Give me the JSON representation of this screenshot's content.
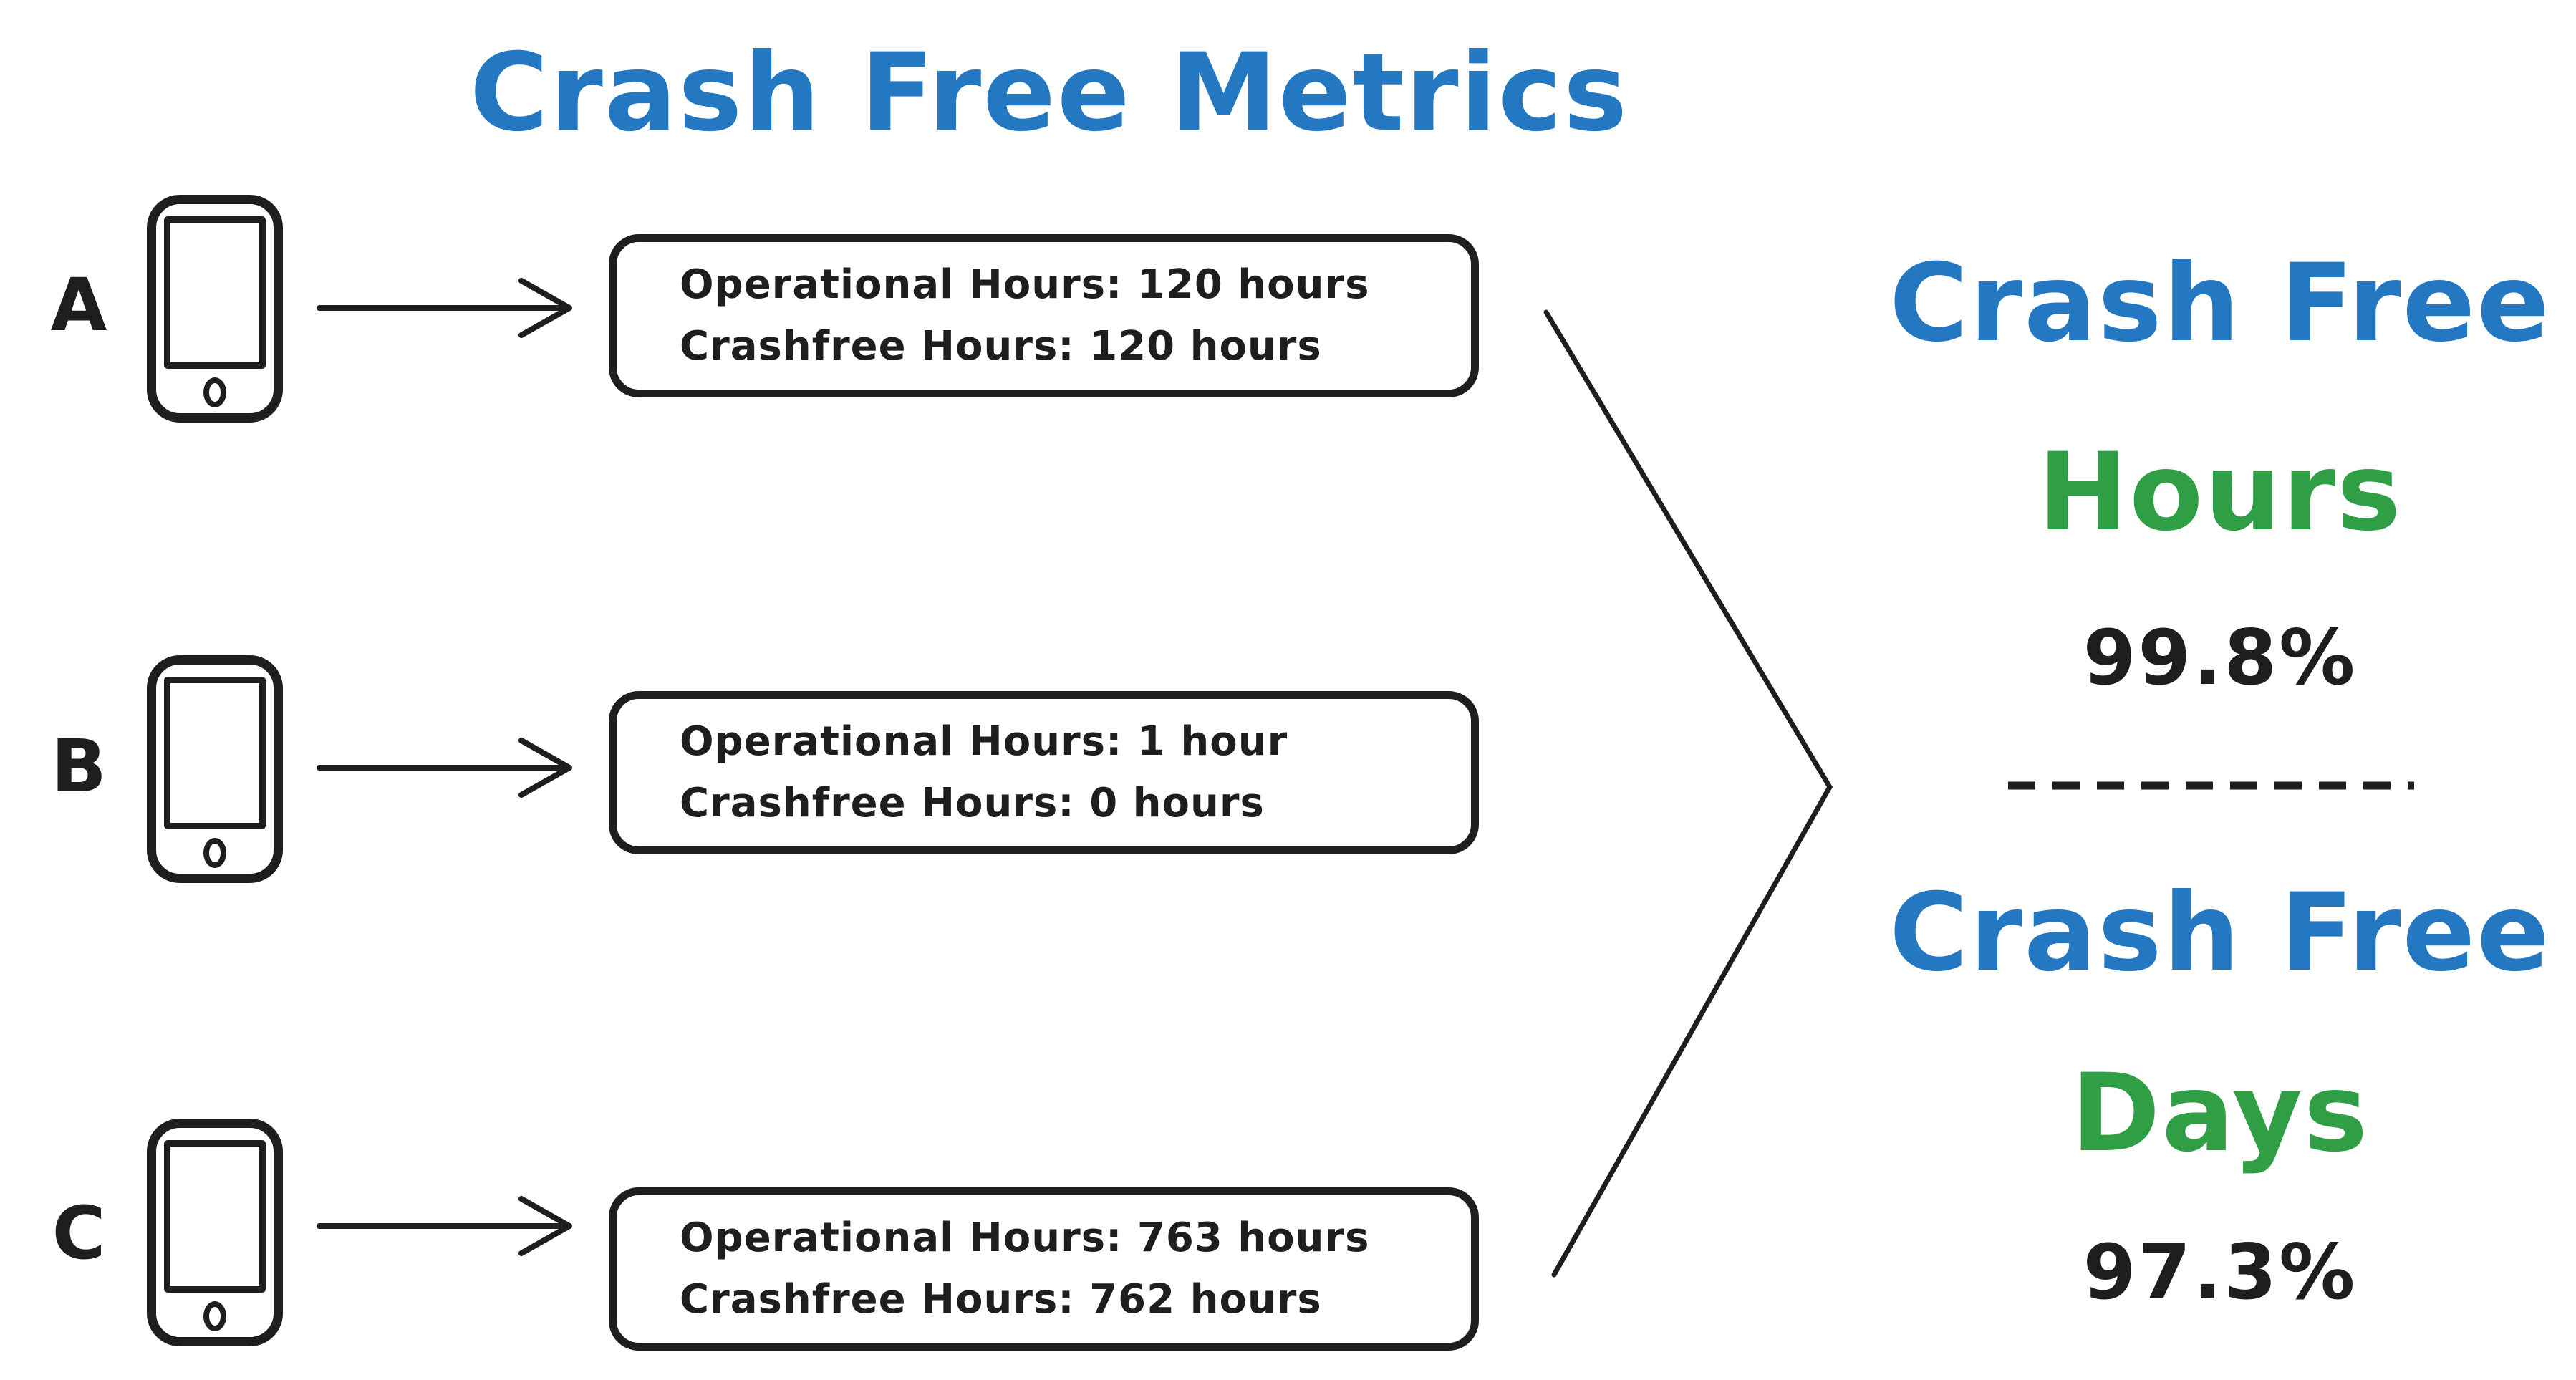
{
  "title": {
    "text": "Crash Free Metrics"
  },
  "devices": [
    {
      "label": "A",
      "box": {
        "line1": "Operational Hours: 120 hours",
        "line2": "Crashfree Hours: 120 hours"
      }
    },
    {
      "label": "B",
      "box": {
        "line1": "Operational Hours: 1 hour",
        "line2": "Crashfree Hours: 0 hours"
      }
    },
    {
      "label": "C",
      "box": {
        "line1": "Operational Hours: 763 hours",
        "line2": "Crashfree Hours: 762 hours"
      }
    }
  ],
  "results": {
    "hours": {
      "title": "Crash Free",
      "subtitle": "Hours",
      "value": "99.8%"
    },
    "days": {
      "title": "Crash Free",
      "subtitle": "Days",
      "value": "97.3%"
    }
  },
  "icons": {
    "device": "phone-icon",
    "connector": "arrow-right-icon",
    "merge": "chevron-merge-icon",
    "divider": "dashed-divider"
  },
  "colors": {
    "blue": "#2478c2",
    "green": "#2f9e44",
    "ink": "#1e1e1e",
    "background": "#ffffff"
  }
}
